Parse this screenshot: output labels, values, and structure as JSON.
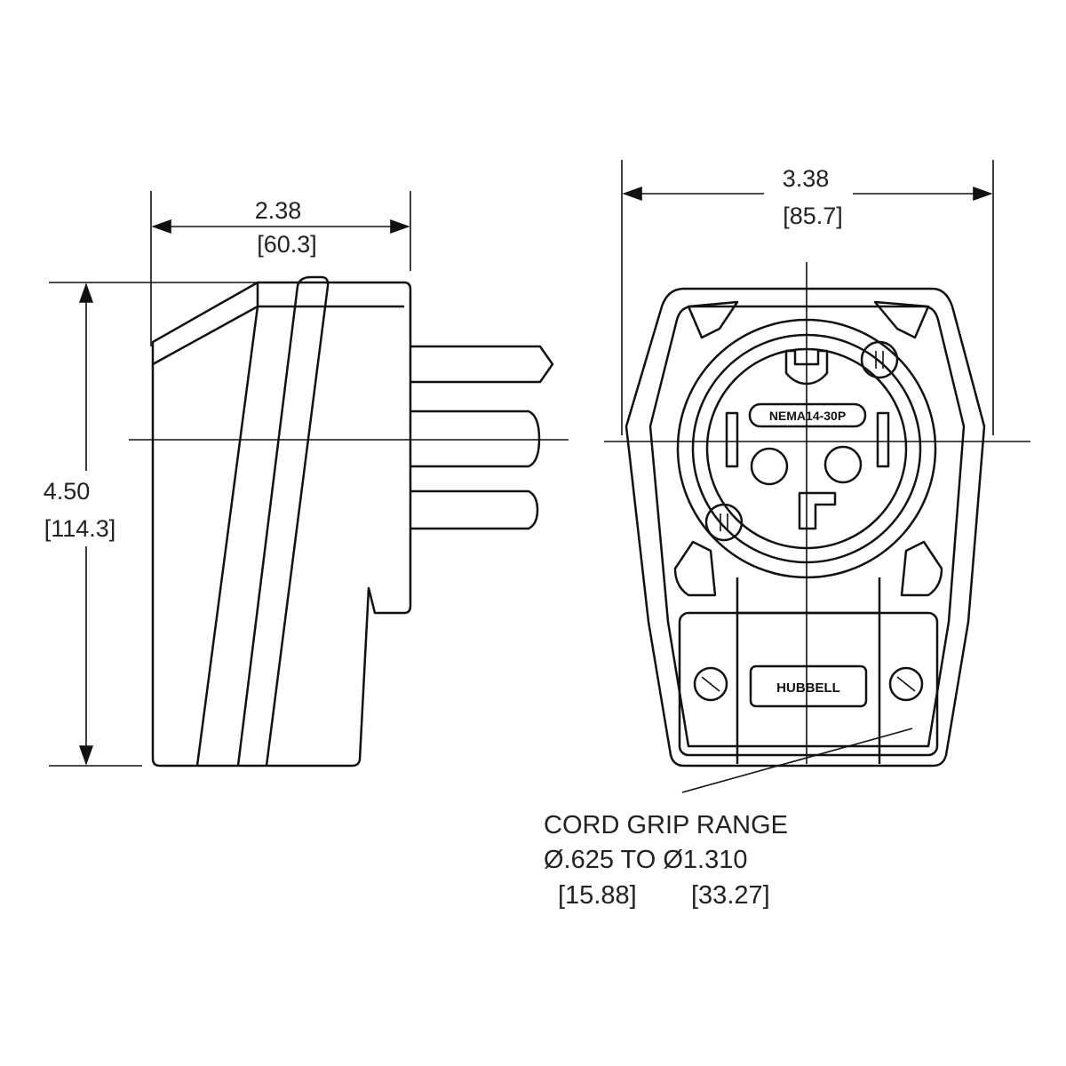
{
  "side_view": {
    "width_in": "2.38",
    "width_mm": "[60.3]",
    "height_in": "4.50",
    "height_mm": "[114.3]"
  },
  "front_view": {
    "width_in": "3.38",
    "width_mm": "[85.7]",
    "nema_label": "NEMA14-30P",
    "brand_label": "HUBBELL"
  },
  "cord_grip": {
    "title": "CORD GRIP RANGE",
    "range": "Ø.625 TO Ø1.310",
    "min_mm": "[15.88]",
    "max_mm": "[33.27]"
  }
}
